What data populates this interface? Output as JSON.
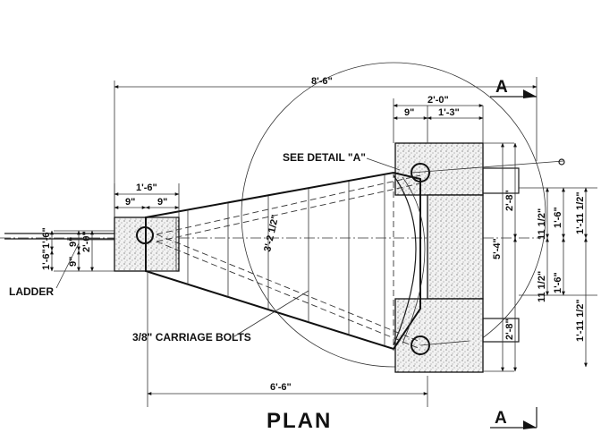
{
  "title": "PLAN",
  "section": {
    "letter_top": "A",
    "letter_bottom": "A"
  },
  "labels": {
    "see_detail": "SEE DETAIL \"A\"",
    "ladder": "LADDER",
    "carriage_bolts": "3/8\" CARRIAGE BOLTS"
  },
  "dims": {
    "overall_length": "8'-6\"",
    "cap_width": "2'-0\"",
    "cap_left": "9\"",
    "cap_right": "1'-3\"",
    "nose_width": "1'-6\"",
    "nose_left": "9\"",
    "nose_right": "9\"",
    "left_height": "2'-0\"",
    "left_upper": "9\"",
    "left_lower": "9\"",
    "left_outer_upper": "1'-6\"",
    "left_outer_lower": "1'-6\"",
    "diagonal": "3'-2 1/2\"",
    "plan_length": "6'-6\"",
    "right_upper_half": "2'-8\"",
    "right_lower_half": "2'-8\"",
    "right_total": "5'-4\"",
    "upper_mid": "11 1/2\"",
    "upper_outer": "1'-6\"",
    "upper_total": "1'-11 1/2\"",
    "lower_mid": "11 1/2\"",
    "lower_outer": "1'-6\"",
    "lower_total": "1'-11 1/2\""
  }
}
